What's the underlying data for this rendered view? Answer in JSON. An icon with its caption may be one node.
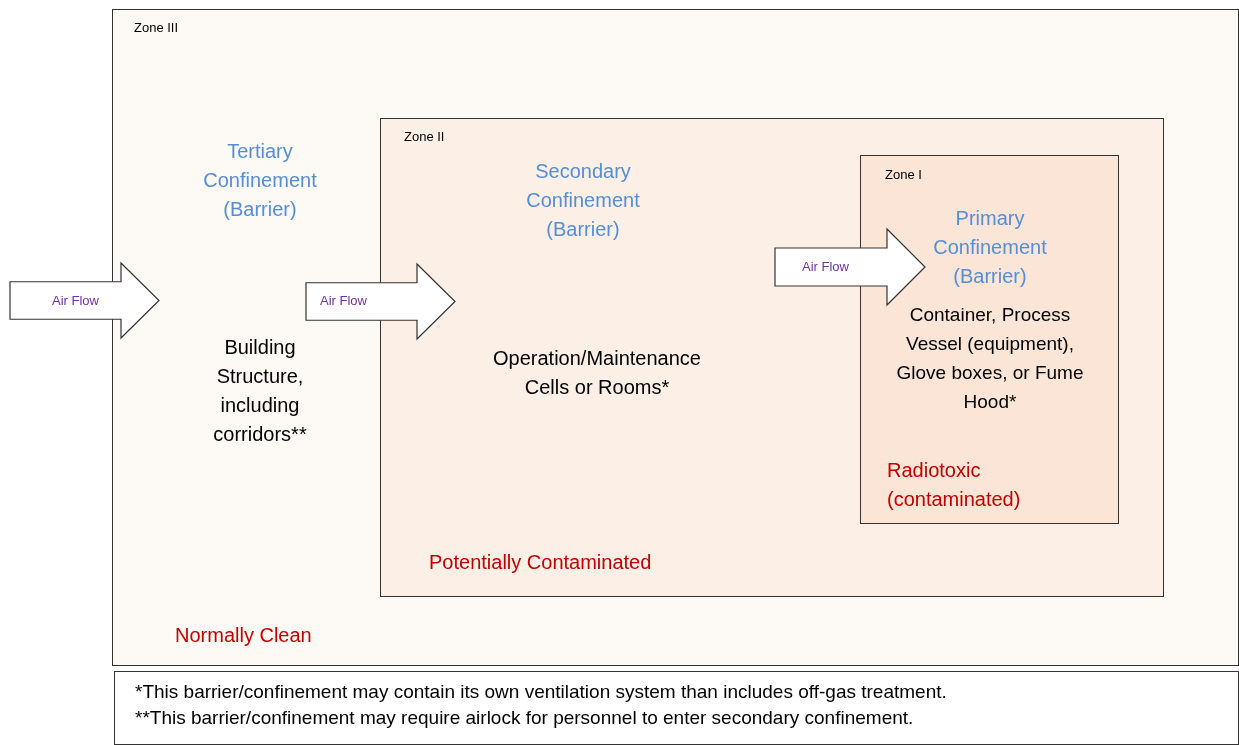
{
  "diagram": {
    "nodes": [
      {
        "text": [
          "Zone III",
          "Tertiary Confinement (Barrier)",
          "Building Structure, including corridors**",
          "Normally Clean"
        ]
      },
      {
        "text": [
          "Air Flow"
        ]
      },
      {
        "text": [
          "Zone II",
          "Secondary Confinement (Barrier)",
          "Operation/Maintenance Cells or Rooms*",
          "Potentially Contaminated"
        ],
        "in": 0
      },
      {
        "text": [
          "Air Flow"
        ],
        "in": 0
      },
      {
        "text": [
          "Zone I",
          "Primary Confinement (Barrier)",
          "Container, Process Vessel (equipment), Glove boxes, or Fume Hood*",
          "Radiotoxic (contaminated)"
        ],
        "in": 2
      },
      {
        "text": [
          "Air Flow"
        ],
        "in": 2
      },
      {
        "text": [
          "*This barrier/confinement may contain its own ventilation system than includes off-gas treatment.",
          "**This barrier/confinement may require airlock for personnel to enter secondary confinement."
        ]
      }
    ]
  }
}
